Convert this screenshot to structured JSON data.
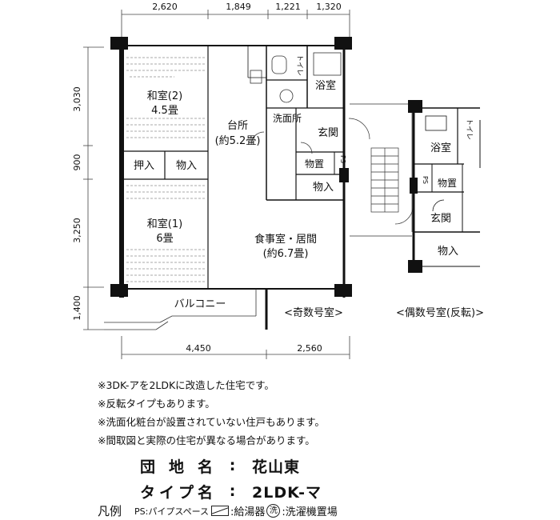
{
  "dimensions": {
    "top": [
      "2,620",
      "1,849",
      "1,221",
      "1,320"
    ],
    "left": [
      "3,030",
      "900",
      "3,250",
      "1,400"
    ],
    "bottom": [
      "4,450",
      "2,560"
    ]
  },
  "rooms": {
    "washitsu2": "和室(2)",
    "washitsu2_size": "4.5畳",
    "oshiire": "押入",
    "monoire": "物入",
    "washitsu1": "和室(1)",
    "washitsu1_size": "6畳",
    "kitchen": "台所",
    "kitchen_size": "(約5.2畳)",
    "toilet": "トイレ",
    "bath": "浴室",
    "senmen": "洗面所",
    "genkan": "玄関",
    "monooki": "物置",
    "ps": "PS",
    "monoire2": "物入",
    "dining": "食事室・居間",
    "dining_size": "(約6.7畳)",
    "balcony": "バルコニー",
    "odd_caption": "<奇数号室>",
    "even_caption": "<偶数号室(反転)>",
    "r_bath": "浴室",
    "r_toilet": "トイレ",
    "r_ps": "PS",
    "r_monooki": "物置",
    "r_genkan": "玄関",
    "r_monoire": "物入"
  },
  "notes": [
    "※3DK-アを2LDKに改造した住宅です。",
    "※反転タイプもあります。",
    "※洗面化粧台が設置されていない住戸もあります。",
    "※間取図と実際の住宅が異なる場合があります。"
  ],
  "info": {
    "danchi_label": "団地名",
    "danchi_value": "花山東",
    "type_label": "タイプ名",
    "type_value": "2LDK-マ",
    "separator": ":"
  },
  "legend": {
    "title": "凡例",
    "ps": "PS:パイプスペース",
    "boiler": ":給湯器",
    "washer_mark": "洗",
    "washer": ":洗濯機置場"
  }
}
